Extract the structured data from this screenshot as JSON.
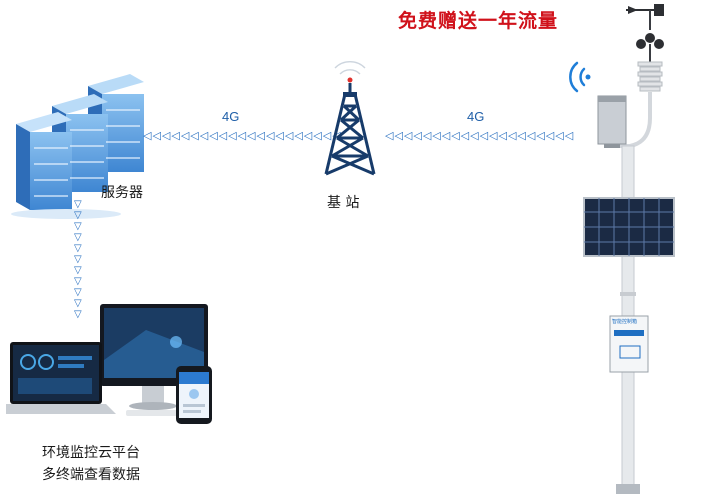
{
  "promo": "免费赠送一年流量",
  "server_label": "服务器",
  "tower_label": "基 站",
  "link_left_label": "4G",
  "link_right_label": "4G",
  "platform_label_line1": "环境监控云平台",
  "platform_label_line2": "多终端查看数据",
  "control_box_text": "智能控制箱",
  "arrow_glyph_left": "◁◁◁◁◁◁◁◁◁◁◁◁◁◁◁◁◁◁◁◁◁",
  "arrow_glyph_right": "◁◁◁◁◁◁◁◁◁◁◁◁◁◁◁◁◁◁◁◁",
  "arrow_glyph_down": "▽▽▽▽▽▽▽▽▽▽▽",
  "colors": {
    "accent": "#1f5fa8",
    "promo": "#d0121b",
    "server": "#5a9bdc",
    "tower": "#173b6a"
  }
}
